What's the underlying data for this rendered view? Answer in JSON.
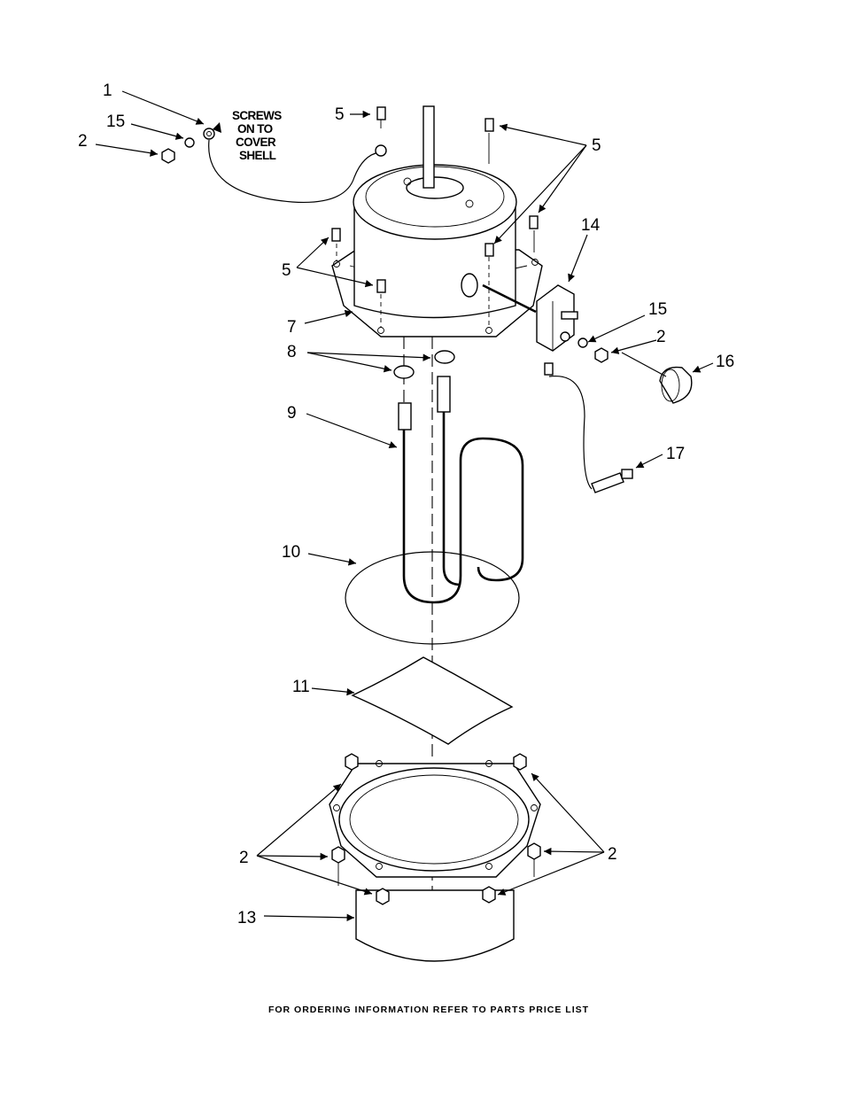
{
  "callouts": {
    "c1": "1",
    "c15a": "15",
    "c2a": "2",
    "c5a": "5",
    "c5b": "5",
    "c5c": "5",
    "c14": "14",
    "c15b": "15",
    "c2b": "2",
    "c16": "16",
    "c7": "7",
    "c8": "8",
    "c9": "9",
    "c17": "17",
    "c10": "10",
    "c11": "11",
    "c2c": "2",
    "c2d": "2",
    "c13": "13"
  },
  "note": {
    "line1": "SCREWS",
    "line2": "ON TO",
    "line3": "COVER",
    "line4": "SHELL"
  },
  "footer": "FOR ORDERING INFORMATION REFER TO PARTS PRICE LIST"
}
